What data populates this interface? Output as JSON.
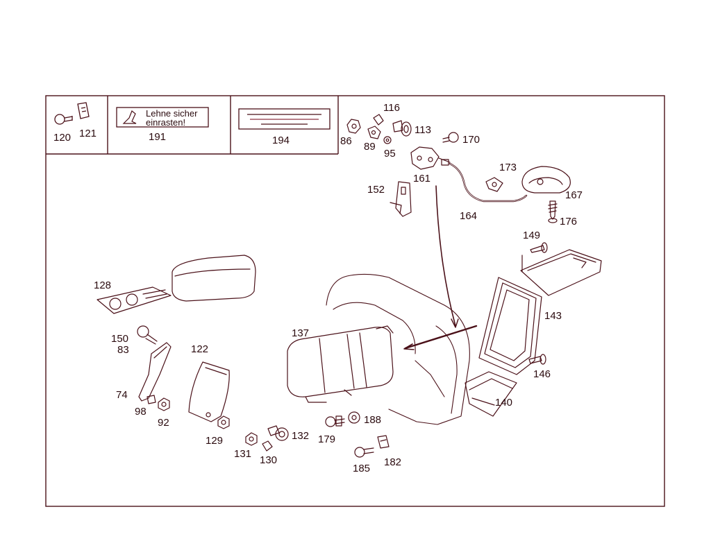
{
  "colors": {
    "line": "#4a1018",
    "label": "#2a0a0e",
    "background": "#ffffff",
    "accent": "#8b3040"
  },
  "header": {
    "cell1": {
      "labels": [
        "120",
        "121"
      ]
    },
    "cell2": {
      "sign_line1": "Lehne sicher",
      "sign_line2": "einrasten!",
      "label": "191"
    },
    "cell3": {
      "label": "194"
    }
  },
  "parts": {
    "p116": "116",
    "p113": "113",
    "p86": "86",
    "p89": "89",
    "p95": "95",
    "p170": "170",
    "p173": "173",
    "p161": "161",
    "p152": "152",
    "p167": "167",
    "p164": "164",
    "p176": "176",
    "p149": "149",
    "p128": "128",
    "p143": "143",
    "p137": "137",
    "p150": "150",
    "p83": "83",
    "p122": "122",
    "p146": "146",
    "p74": "74",
    "p98": "98",
    "p92": "92",
    "p140": "140",
    "p188": "188",
    "p129": "129",
    "p132": "132",
    "p179": "179",
    "p131": "131",
    "p130": "130",
    "p182": "182",
    "p185": "185"
  }
}
